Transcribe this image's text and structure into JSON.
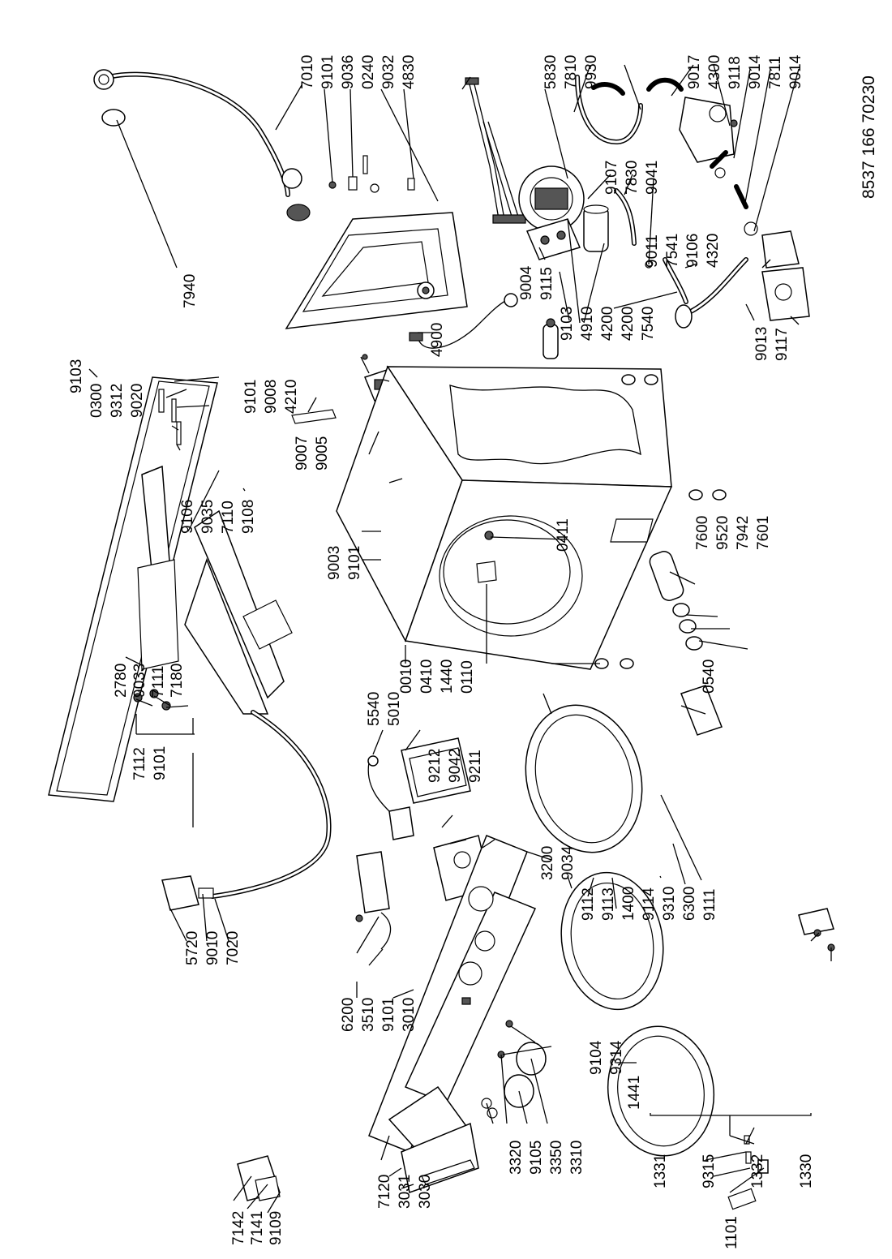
{
  "document_number": "8537 166 70230",
  "labels": {
    "l7010": "7010",
    "l9101a": "9101",
    "l9036": "9036",
    "l0240": "0240",
    "l9032": "9032",
    "l4830": "4830",
    "l5830": "5830",
    "l7810": "7810",
    "l9930": "9930",
    "l9017": "9017",
    "l4300": "4300",
    "l9118": "9118",
    "l9014a": "9014",
    "l7811": "7811",
    "l9014b": "9014",
    "l9107": "9107",
    "l7830": "7830",
    "l9041": "9041",
    "l9011": "9011",
    "l7541": "7541",
    "l9106a": "9106",
    "l4320": "4320",
    "l9004": "9004",
    "l9115": "9115",
    "l9103a": "9103",
    "l4910": "4910",
    "l4200a": "4200",
    "l4200b": "4200",
    "l7540": "7540",
    "l9013": "9013",
    "l9117": "9117",
    "l7940": "7940",
    "l4900": "4900",
    "l9103b": "9103",
    "l0300": "0300",
    "l9312": "9312",
    "l9020": "9020",
    "l9101b": "9101",
    "l9008": "9008",
    "l4210": "4210",
    "l9106b": "9106",
    "l9035": "9035",
    "l7110": "7110",
    "l9108": "9108",
    "l9007": "9007",
    "l9005": "9005",
    "l9003": "9003",
    "l9101c": "9101",
    "l7600": "7600",
    "l9520": "9520",
    "l7942": "7942",
    "l7601": "7601",
    "l0411": "0411",
    "l2780": "2780",
    "l9033": "9033",
    "l7111": "7111",
    "l7180": "7180",
    "l7112": "7112",
    "l9101d": "9101",
    "l0010": "0010",
    "l0410": "0410",
    "l0110": "0110",
    "l0540": "0540",
    "l5540": "5540",
    "l5010": "5010",
    "l1440": "1440",
    "l9212": "9212",
    "l9042": "9042",
    "l9211": "9211",
    "l5720": "5720",
    "l9010": "9010",
    "l7020": "7020",
    "l3200": "3200",
    "l9034": "9034",
    "l9112": "9112",
    "l9113": "9113",
    "l1400": "1400",
    "l9114": "9114",
    "l9310": "9310",
    "l6300": "6300",
    "l9111": "9111",
    "l9104": "9104",
    "l9314": "9314",
    "l1441": "1441",
    "l6200": "6200",
    "l3510": "3510",
    "l9101e": "9101",
    "l3010": "3010",
    "l3320": "3320",
    "l9105": "9105",
    "l3350": "3350",
    "l3310": "3310",
    "l7120": "7120",
    "l3031": "3031",
    "l3030": "3030",
    "l7142": "7142",
    "l7141": "7141",
    "l9109": "9109",
    "l1331": "1331",
    "l9315": "9315",
    "l1332": "1332",
    "l1330": "1330",
    "l1101": "1101"
  }
}
